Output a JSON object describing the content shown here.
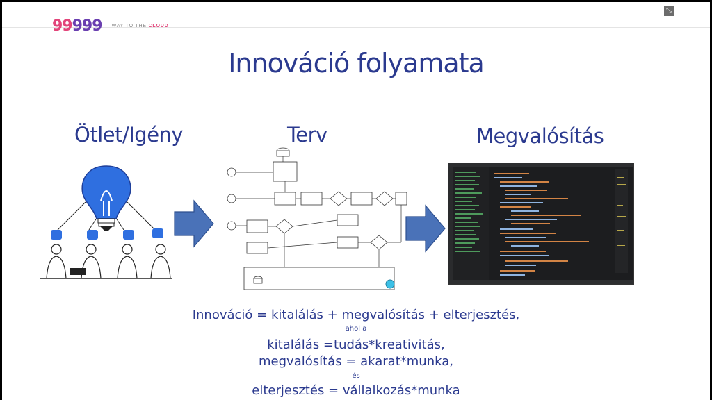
{
  "header": {
    "logo_digits_pink": "99",
    "logo_digits_purple": "999",
    "tagline_prefix": "WAY TO THE ",
    "tagline_highlight": "CLOUD",
    "expand_icon": "⤡"
  },
  "slide": {
    "title": "Innováció folyamata",
    "columns": [
      {
        "heading": "Ötlet/Igény"
      },
      {
        "heading": "Terv"
      },
      {
        "heading": "Megvalósítás"
      }
    ],
    "formula": [
      "Innováció = kitalálás + megvalósítás + elterjesztés,",
      "ahol a",
      "kitalálás =tudás*kreativitás,",
      "megvalósítás = akarat*munka,",
      "és",
      "elterjesztés = vállalkozás*munka"
    ]
  },
  "colors": {
    "title_blue": "#2b3a8f",
    "arrow_blue": "#4a72b8",
    "bulb_blue": "#2f6fe0",
    "logo_pink": "#e2457a",
    "logo_purple": "#6a3fb0"
  }
}
